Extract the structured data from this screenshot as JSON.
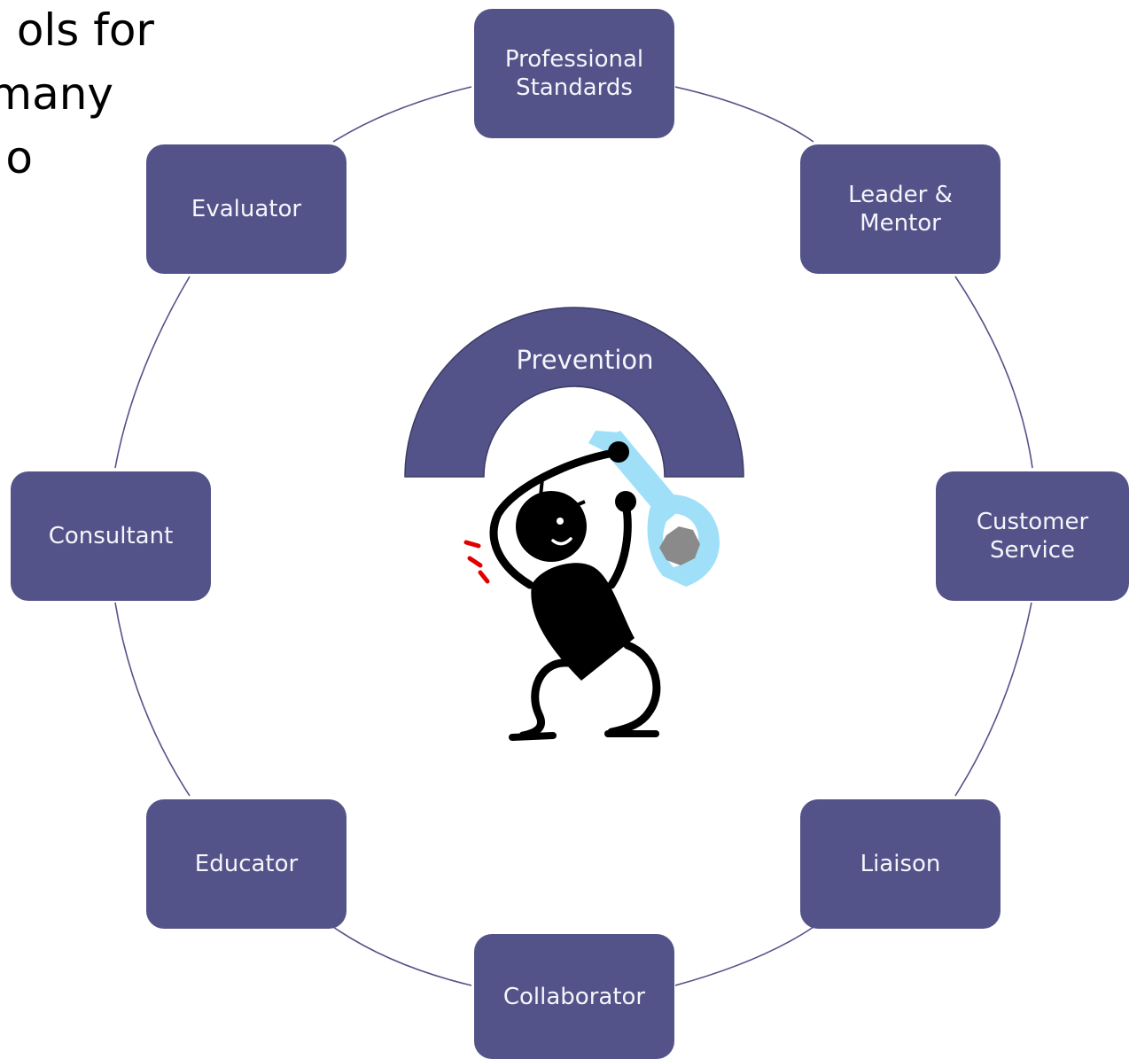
{
  "slide_text": {
    "line1": "ols for",
    "line2": "many",
    "line3": "o"
  },
  "diagram": {
    "hub": {
      "label": "Prevention"
    },
    "nodes": {
      "professional_standards": "Professional\nStandards",
      "leader_mentor": "Leader &\nMentor",
      "customer_service": "Customer\nService",
      "liaison": "Liaison",
      "collaborator": "Collaborator",
      "educator": "Educator",
      "consultant": "Consultant",
      "evaluator": "Evaluator"
    }
  },
  "colors": {
    "node_fill": "#545389",
    "connector": "#545389",
    "wrench": "#9fdff8",
    "bolt": "#8a8a8a",
    "figure": "#000000",
    "motion_marks": "#e00000"
  }
}
